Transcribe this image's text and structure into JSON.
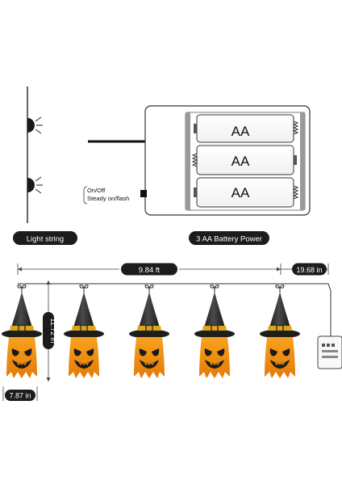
{
  "battery_box": {
    "cells": [
      "AA",
      "AA",
      "AA"
    ],
    "switch_label_line1": "On/Off",
    "switch_label_line2": "Steady on/flash"
  },
  "captions": {
    "light_string": "Light string",
    "battery_power": "3 AA Battery Power"
  },
  "dimensions": {
    "string_length": "9.84 ft",
    "lead_length": "19.68 in",
    "hat_height": "11.72 in",
    "hat_width": "7.87 in"
  },
  "lights": [
    {
      "name": "ghost-light-1"
    },
    {
      "name": "ghost-light-2"
    },
    {
      "name": "ghost-light-3"
    },
    {
      "name": "ghost-light-4"
    },
    {
      "name": "ghost-light-5"
    }
  ],
  "colors": {
    "hat": "#2b2b2b",
    "body": "#f08c12",
    "face": "#1a1a1a",
    "band": "#e0a418"
  }
}
